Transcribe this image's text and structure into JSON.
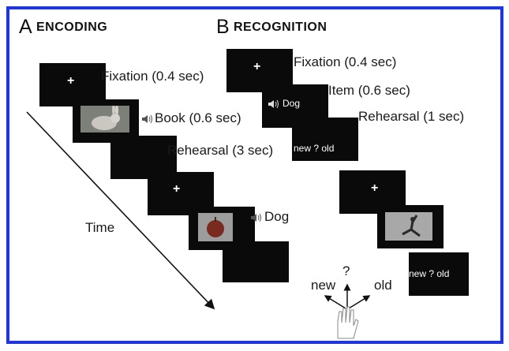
{
  "panel_a": {
    "letter": "A",
    "title": "ENCODING",
    "steps": {
      "fixation": "Fixation (0.4 sec)",
      "item": "Book (0.6 sec)",
      "rehearsal": "Rehearsal (3 sec)",
      "item2": "Dog"
    },
    "time_label": "Time",
    "fixation_symbol": "+"
  },
  "panel_b": {
    "letter": "B",
    "title": "RECOGNITION",
    "steps": {
      "fixation": "Fixation (0.4 sec)",
      "item": "Item (0.6 sec)",
      "rehearsal": "Rehearsal (1 sec)"
    },
    "screen_word": "Dog",
    "prompt": "new ? old",
    "prompt2": "new ? old",
    "fixation_symbol": "+",
    "response": {
      "left": "new",
      "middle": "?",
      "right": "old"
    }
  },
  "colors": {
    "border": "#1f35e0",
    "screen": "#0a0a0a"
  },
  "icons": [
    "speaker-icon",
    "rabbit-image",
    "apple-image",
    "yoga-image",
    "hand-icon"
  ]
}
